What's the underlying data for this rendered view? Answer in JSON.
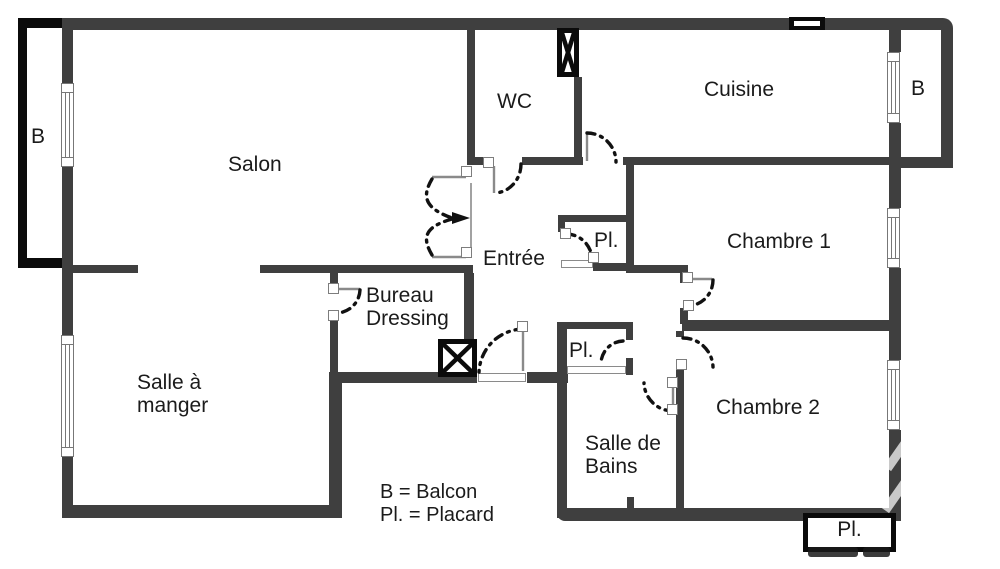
{
  "rooms": {
    "salon": "Salon",
    "wc": "WC",
    "cuisine": "Cuisine",
    "chambre1": "Chambre 1",
    "chambre2": "Chambre 2",
    "entree": "Entrée",
    "bureau_line1": "Bureau",
    "bureau_line2": "Dressing",
    "salle_a_manger_line1": "Salle à",
    "salle_a_manger_line2": "manger",
    "salle_de_bains_line1": "Salle de",
    "salle_de_bains_line2": "Bains"
  },
  "closets": {
    "hall": "Pl.",
    "bath": "Pl.",
    "chambre2": "Pl."
  },
  "balconies": {
    "left": "B",
    "right": "B"
  },
  "legend": {
    "line1": "B = Balcon",
    "line2": "Pl. = Placard"
  },
  "colors": {
    "wall": "#3f3f3f",
    "black_outline": "#0b0b0b",
    "thin_line": "#8a8a8a",
    "text": "#1b1b1b"
  }
}
